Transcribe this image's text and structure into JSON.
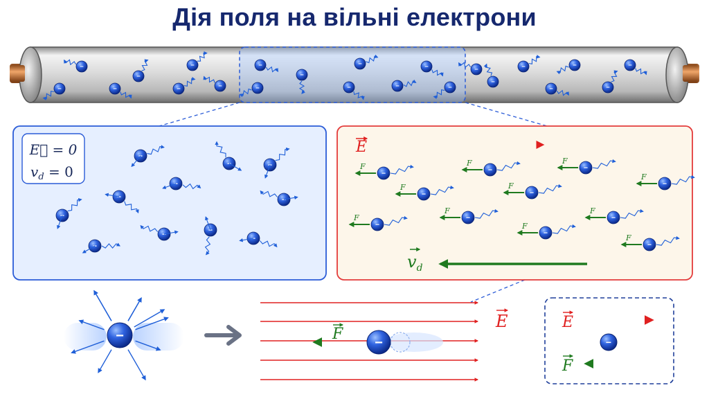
{
  "title": "Дія поля на вільні електрони",
  "colors": {
    "electron": "#1f4fd0",
    "field_red": "#e02020",
    "force_green": "#1f7a1f",
    "panel_blue": "#2a5bd7",
    "panel_red": "#e33b3b",
    "title": "#16286e"
  },
  "electron_charge_symbol": "−",
  "left_panel": {
    "state_E": "E⃗ = 0",
    "state_vd": "v",
    "state_vd_sub": "d",
    "state_vd_value": " = 0"
  },
  "right_panel": {
    "field_label": "E",
    "force_label": "F",
    "drift_label": "v",
    "drift_sub": "d"
  },
  "bottom": {
    "field_label": "E",
    "force_label": "F"
  },
  "legend_box": {
    "field_label": "E",
    "force_label": "F"
  }
}
